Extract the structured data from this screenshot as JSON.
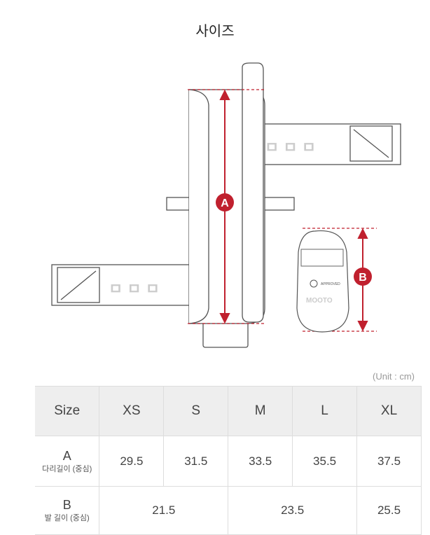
{
  "title": "사이즈",
  "diagram": {
    "label_a": "A",
    "label_b": "B",
    "brand": "MOOTO",
    "badge": "APPROVED",
    "accent": "#c0202e"
  },
  "unit": "(Unit : cm)",
  "table": {
    "headers": [
      "Size",
      "XS",
      "S",
      "M",
      "L",
      "XL"
    ],
    "rows": [
      {
        "label": "A",
        "sub": "다리길이 (중심)",
        "values": [
          "29.5",
          "31.5",
          "33.5",
          "35.5",
          "37.5"
        ]
      },
      {
        "label": "B",
        "sub": "발 길이 (중심)",
        "values": [
          "21.5",
          "23.5",
          "25.5"
        ]
      }
    ]
  }
}
